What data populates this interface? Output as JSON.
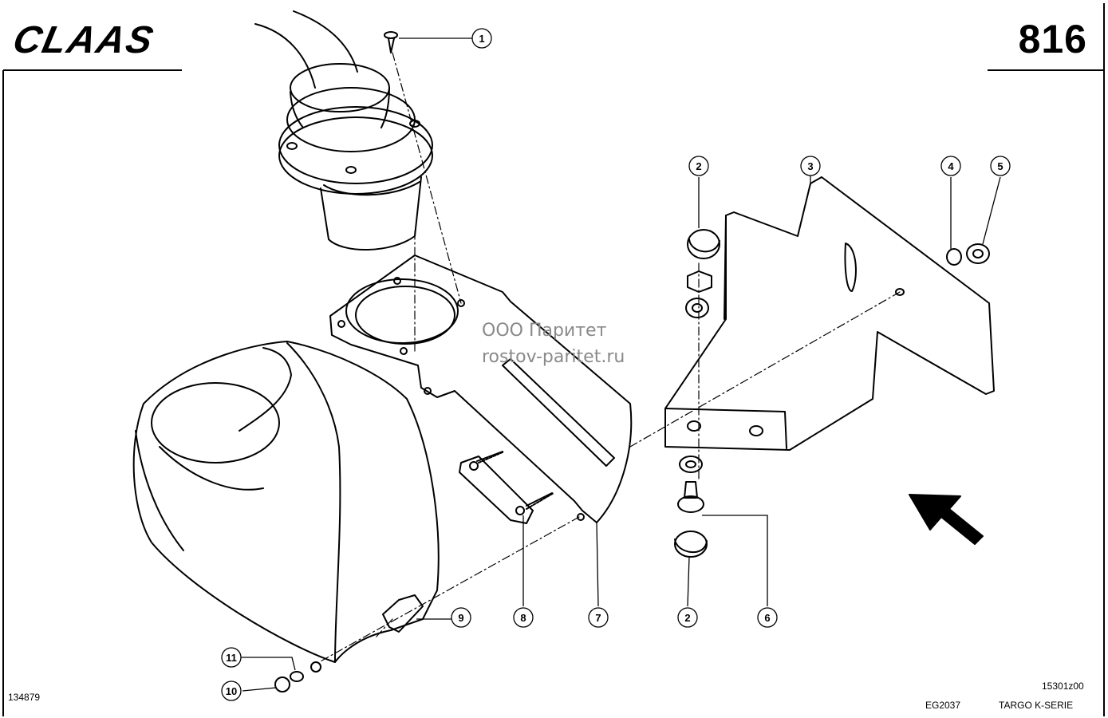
{
  "header": {
    "brand": "CLAAS",
    "page_number": "816"
  },
  "watermark": {
    "line1": "ООО Паритет",
    "line2": "rostov-paritet.ru"
  },
  "footer": {
    "left_code": "134879",
    "drawing_code": "EG2037",
    "revision_code": "15301z00",
    "series": "TARGO K-SERIE"
  },
  "callouts": {
    "c1": "1",
    "c2a": "2",
    "c2b": "2",
    "c3": "3",
    "c4": "4",
    "c5": "5",
    "c6": "6",
    "c7": "7",
    "c8": "8",
    "c9": "9",
    "c10": "10",
    "c11": "11"
  }
}
